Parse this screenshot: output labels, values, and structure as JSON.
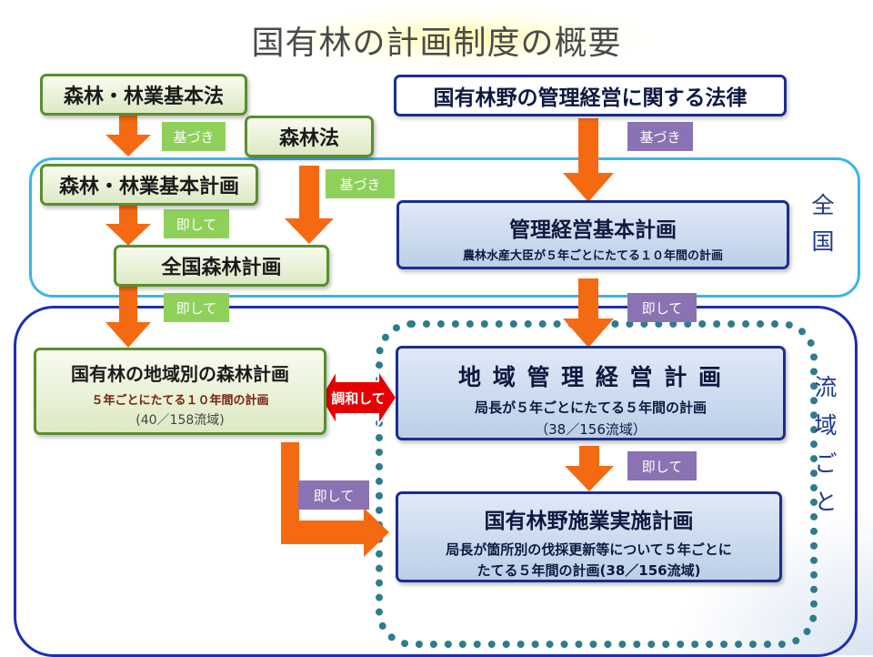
{
  "title": "国有林の計画制度の概要",
  "boxes": {
    "forest_basic_law": "森林・林業基本法",
    "forest_law": "森林法",
    "national_forest_law": "国有林野の管理経営に関する法律",
    "forest_basic_plan": "森林・林業基本計画",
    "national_forest_plan": "全国森林計画",
    "management_basic_plan": {
      "title": "管理経営基本計画",
      "sub": "農林水産大臣が５年ごとにたてる１０年間の計画"
    },
    "regional_forest_plan": {
      "title": "国有林の地域別の森林計画",
      "sub": "５年ごとにたてる１０年間の計画",
      "note": "(40／158流域)"
    },
    "regional_management_plan": {
      "title": "地 域 管 理 経 営 計 画",
      "sub": "局長が５年ごとにたてる５年間の計画",
      "note": "（38／156流域）"
    },
    "implementation_plan": {
      "title": "国有林野施業実施計画",
      "sub1": "局長が箇所別の伐採更新等について５年ごとに",
      "sub2": "たてる５年間の計画(38／156流域)"
    }
  },
  "tags": {
    "based1": "基づき",
    "based2": "基づき",
    "based3": "基づき",
    "accord1": "即して",
    "accord2": "即して",
    "accord3": "即して",
    "accord4": "即して",
    "accord5": "即して",
    "harmony": "調和して"
  },
  "regions": {
    "national": [
      "全",
      "国"
    ],
    "basin": [
      "流",
      "域",
      "ご",
      "と"
    ]
  },
  "colors": {
    "arrow": "#f46a12",
    "green_border": "#5a8f2d",
    "blue_border": "#1c2e8c",
    "national_region": "#3bb5e6",
    "basin_region": "#1f2db3",
    "dotted": "#2e7c8c",
    "harmony_arrow": "#e60000",
    "tag_green": "#8fd05a",
    "tag_purple": "#8a72b3"
  }
}
